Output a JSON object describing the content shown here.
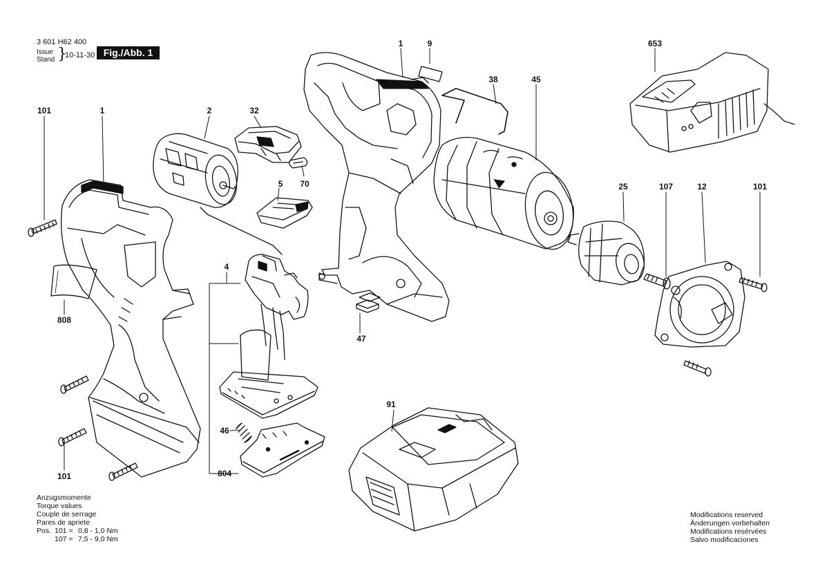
{
  "header": {
    "doc_number": "3 601 H62 400",
    "issue_label": "Issue",
    "stand_label": "Stand",
    "date": "10-11-30",
    "figure_label": "Fig./Abb. 1"
  },
  "part_labels": {
    "p101a": "101",
    "p1a": "1",
    "p2": "2",
    "p32": "32",
    "p5": "5",
    "p70": "70",
    "p1b": "1",
    "p9": "9",
    "p38": "38",
    "p45": "45",
    "p653": "653",
    "p25": "25",
    "p107": "107",
    "p12": "12",
    "p101b": "101",
    "p808": "808",
    "p4": "4",
    "p47": "47",
    "p91": "91",
    "p46": "46",
    "p101c": "101",
    "p804": "804"
  },
  "torque_notes": {
    "lines": [
      "Anzugsmomente",
      "Torque values",
      "Couple de serrage",
      "Pares de apriete"
    ],
    "pos_label": "Pos.",
    "rows": [
      {
        "pos": "101 =",
        "value": "0,8 - 1,0 Nm"
      },
      {
        "pos": "107 =",
        "value": "7,5 - 9,0 Nm"
      }
    ]
  },
  "modification_notes": [
    "Modifications reserved",
    "Änderungen vorbehalten",
    "Modifications resérvées",
    "Salvo modificaciones"
  ]
}
